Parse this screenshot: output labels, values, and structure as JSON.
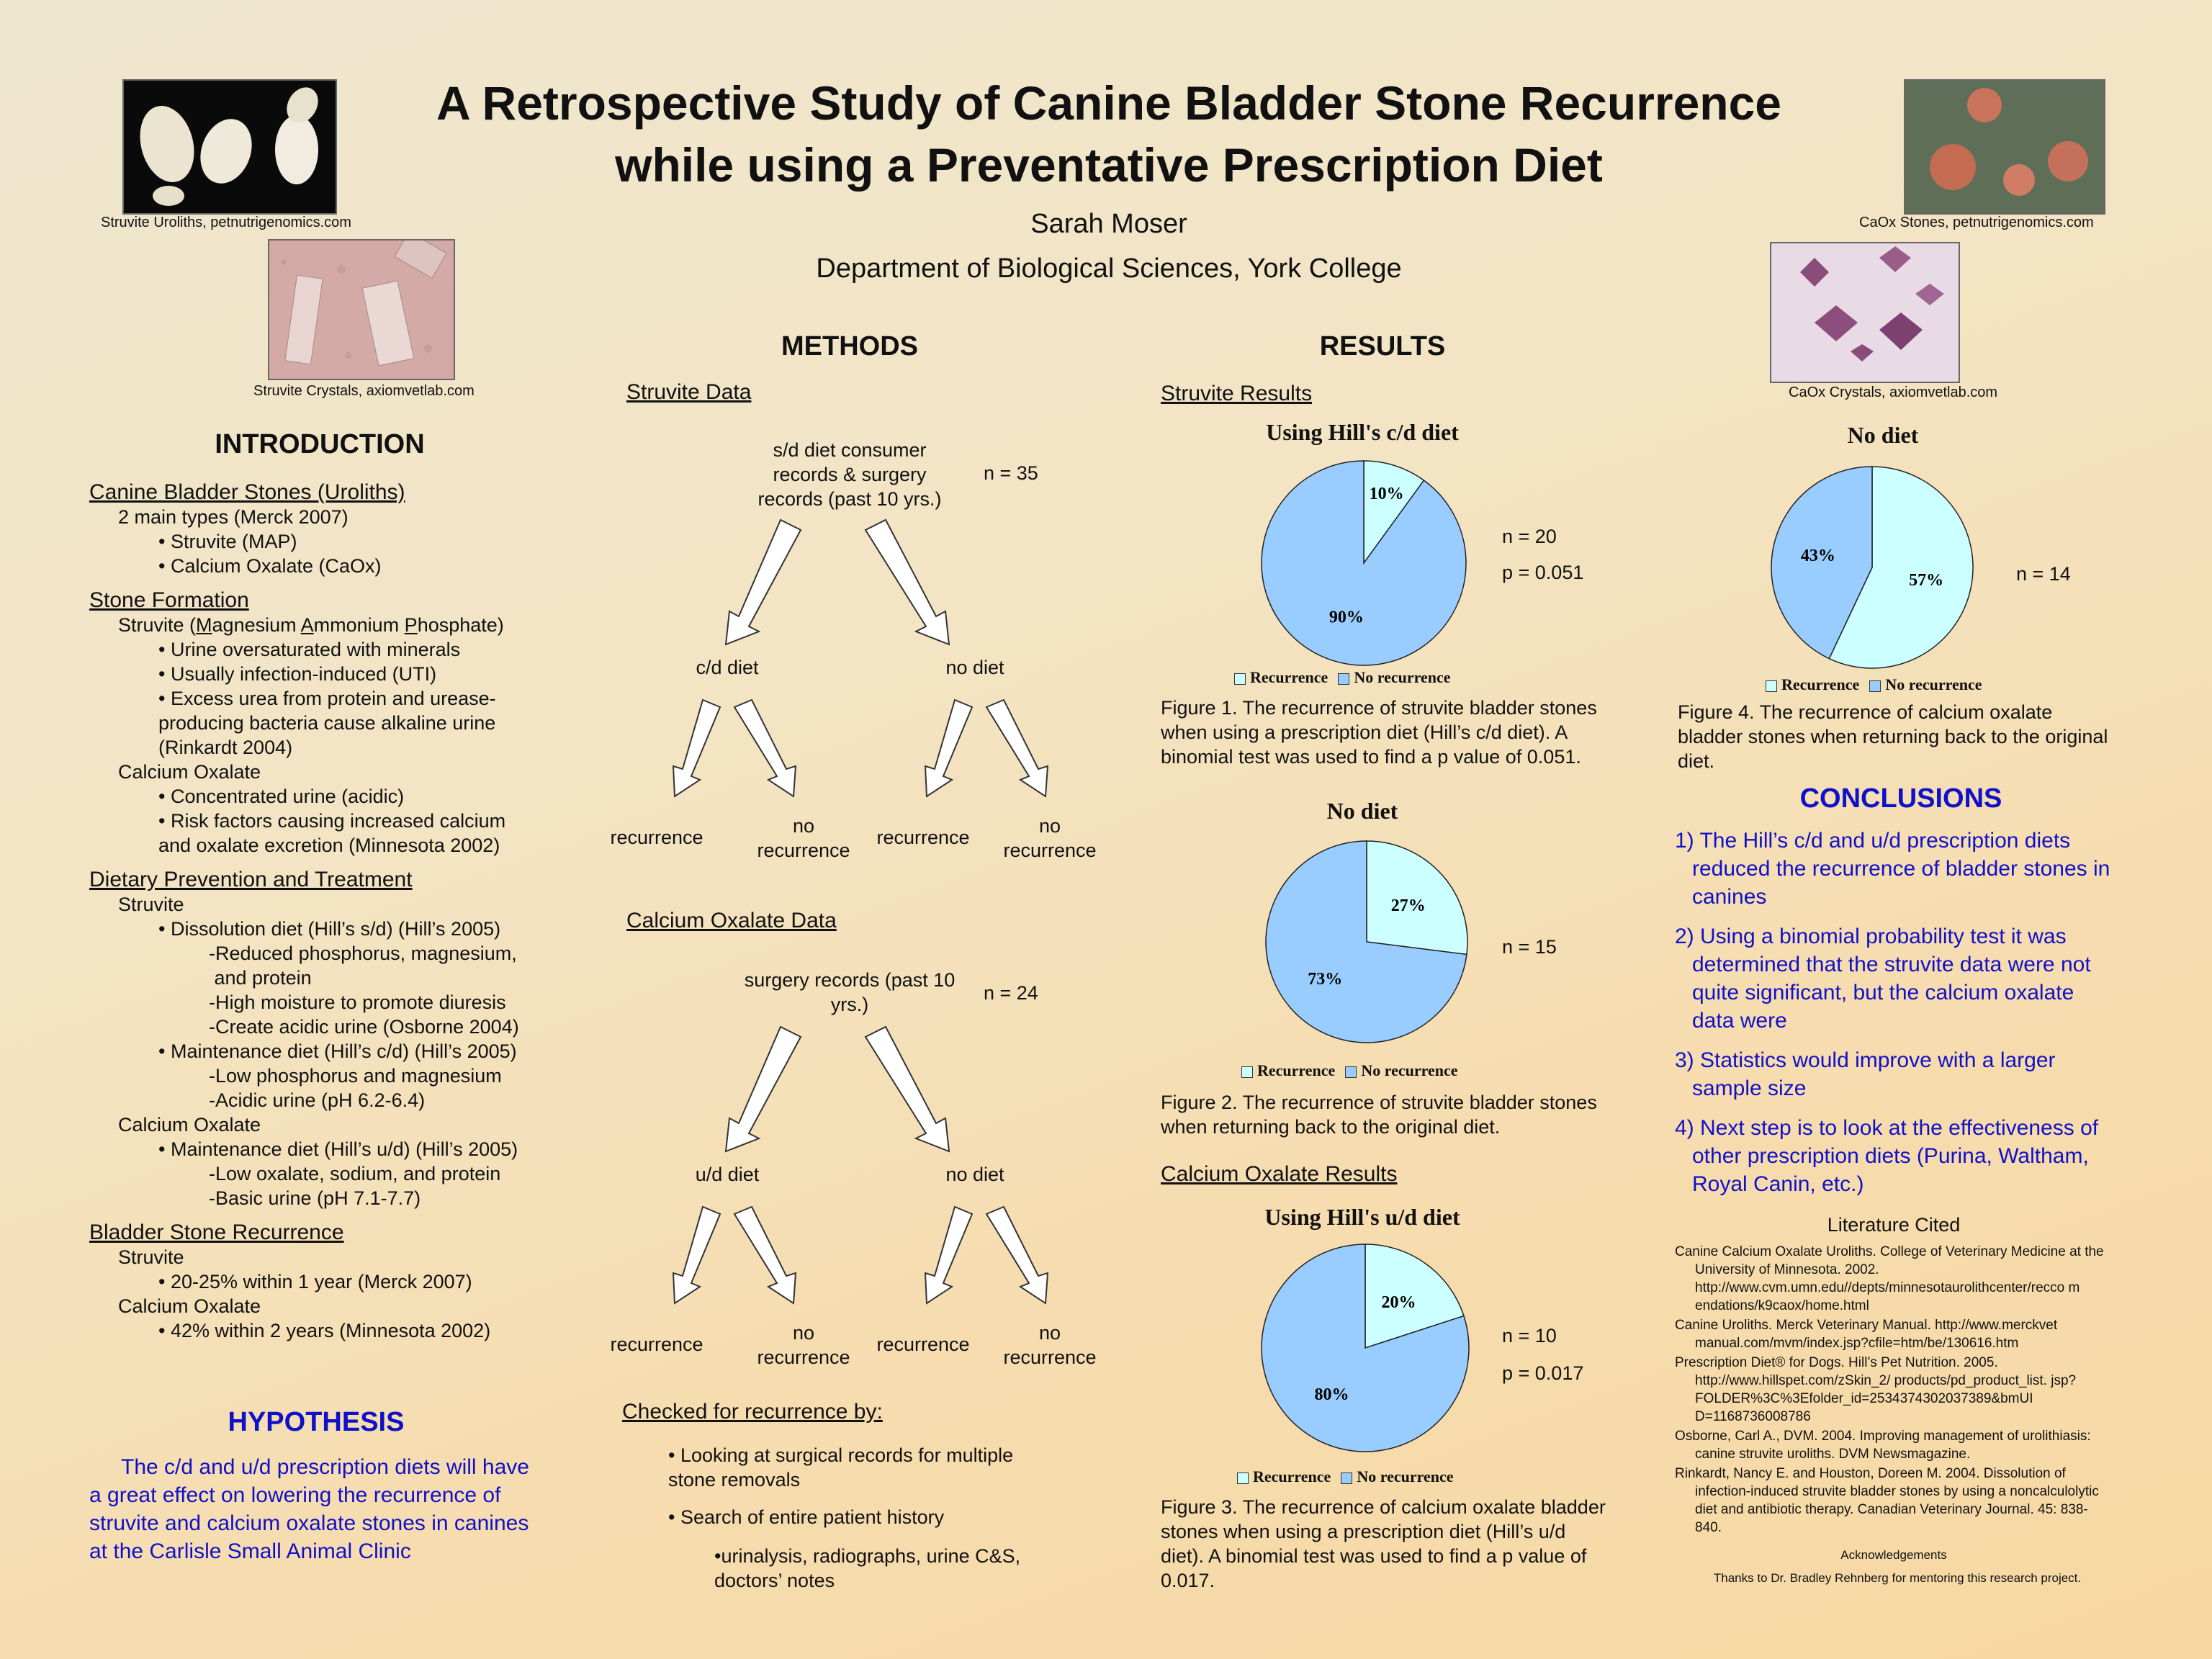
{
  "header": {
    "title_line1": "A Retrospective Study of Canine Bladder Stone Recurrence",
    "title_line2": "while using a Preventative Prescription Diet",
    "author": "Sarah Moser",
    "affiliation": "Department of Biological Sciences, York College"
  },
  "images": {
    "struvite_uroliths_cap": "Struvite Uroliths, petnutrigenomics.com",
    "struvite_crystals_cap": "Struvite Crystals, axiomvetlab.com",
    "caox_stones_cap": "CaOx Stones, petnutrigenomics.com",
    "caox_crystals_cap": "CaOx Crystals, axiomvetlab.com"
  },
  "intro": {
    "heading": "INTRODUCTION",
    "s1_title": "Canine Bladder Stones (Uroliths)",
    "s1": [
      "2 main types (Merck 2007)",
      "• Struvite (MAP)",
      "• Calcium Oxalate (CaOx)"
    ],
    "s2_title": "Stone Formation",
    "s2_struvite_a": "Struvite (",
    "s2_struvite_m": "M",
    "s2_struvite_b": "agnesium ",
    "s2_struvite_am": "A",
    "s2_struvite_c": "mmonium ",
    "s2_struvite_p": "P",
    "s2_struvite_d": "hosphate)",
    "s2": [
      "• Urine oversaturated with minerals",
      "• Usually infection-induced (UTI)",
      "• Excess urea from protein and urease-",
      "producing bacteria cause alkaline urine",
      "(Rinkardt 2004)",
      "Calcium Oxalate",
      "• Concentrated urine (acidic)",
      "• Risk factors causing increased calcium",
      "and oxalate excretion (Minnesota 2002)"
    ],
    "s3_title": "Dietary Prevention and Treatment",
    "s3": [
      "Struvite",
      "• Dissolution diet (Hill’s s/d) (Hill’s 2005)",
      "-Reduced phosphorus, magnesium,",
      " and protein",
      "-High moisture to promote diuresis",
      "-Create acidic urine (Osborne 2004)",
      "• Maintenance diet (Hill’s c/d) (Hill’s 2005)",
      "-Low phosphorus and magnesium",
      "-Acidic urine (pH 6.2-6.4)",
      "Calcium Oxalate",
      "• Maintenance diet (Hill’s u/d) (Hill’s 2005)",
      "-Low oxalate, sodium, and protein",
      "-Basic urine (pH 7.1-7.7)"
    ],
    "s4_title": "Bladder Stone Recurrence",
    "s4": [
      "Struvite",
      "• 20-25% within 1 year (Merck 2007)",
      "Calcium Oxalate",
      "• 42% within 2 years (Minnesota 2002)"
    ]
  },
  "hypothesis": {
    "heading": "HYPOTHESIS",
    "text": "The c/d and u/d prescription diets will have a great effect on lowering the recurrence of struvite and calcium oxalate stones in canines at the Carlisle Small Animal Clinic"
  },
  "methods": {
    "heading": "METHODS",
    "struvite_title": "Struvite Data",
    "struvite_root": "s/d diet consumer records & surgery records (past 10 yrs.)",
    "struvite_n": "n = 35",
    "struvite_left": "c/d diet",
    "struvite_right": "no diet",
    "caox_title": "Calcium Oxalate Data",
    "caox_root": "surgery records (past 10 yrs.)",
    "caox_n": "n = 24",
    "caox_left": "u/d diet",
    "caox_right": "no diet",
    "leaf_rec": "recurrence",
    "leaf_norec_1": "no",
    "leaf_norec_2": "recurrence",
    "checked_title": "Checked for recurrence by:",
    "checked_1": "• Looking at surgical records for multiple stone removals",
    "checked_2": "• Search of entire patient history",
    "checked_3": "•urinalysis, radiographs, urine C&S, doctors’ notes"
  },
  "results": {
    "heading": "RESULTS",
    "struvite_title": "Struvite Results",
    "caox_title": "Calcium Oxalate Results",
    "legend_rec": "Recurrence",
    "legend_norec": "No recurrence",
    "fig1_caption": "Figure 1.  The recurrence of struvite bladder stones when using a prescription diet (Hill’s c/d diet).  A binomial test was used to find a p value of 0.051.",
    "fig1_n": "n = 20",
    "fig1_p": "p = 0.051",
    "fig2_caption": "Figure 2.  The recurrence of struvite bladder stones when returning back to the original diet.",
    "fig2_n": "n = 15",
    "fig3_caption": "Figure 3.  The recurrence of calcium oxalate bladder stones when using a prescription diet (Hill’s u/d diet).  A binomial test was used to find a p value of 0.017.",
    "fig3_n": "n = 10",
    "fig3_p": "p = 0.017",
    "fig4_caption": "Figure 4.  The recurrence of calcium oxalate bladder stones when returning back to the original diet.",
    "fig4_n": "n = 14"
  },
  "chart_data": [
    {
      "type": "pie",
      "title": "Using Hill's c/d diet",
      "categories": [
        "Recurrence",
        "No recurrence"
      ],
      "values": [
        10,
        90
      ],
      "labels": [
        "10%",
        "90%"
      ],
      "colors": [
        "#ccffff",
        "#99ccff"
      ],
      "legend": "bottom"
    },
    {
      "type": "pie",
      "title": "No diet",
      "categories": [
        "Recurrence",
        "No recurrence"
      ],
      "values": [
        27,
        73
      ],
      "labels": [
        "27%",
        "73%"
      ],
      "colors": [
        "#ccffff",
        "#99ccff"
      ],
      "legend": "bottom"
    },
    {
      "type": "pie",
      "title": "Using Hill's u/d diet",
      "categories": [
        "Recurrence",
        "No recurrence"
      ],
      "values": [
        20,
        80
      ],
      "labels": [
        "20%",
        "80%"
      ],
      "colors": [
        "#ccffff",
        "#99ccff"
      ],
      "legend": "bottom"
    },
    {
      "type": "pie",
      "title": "No diet",
      "categories": [
        "Recurrence",
        "No recurrence"
      ],
      "values": [
        57,
        43
      ],
      "labels": [
        "57%",
        "43%"
      ],
      "colors": [
        "#ccffff",
        "#99ccff"
      ],
      "legend": "bottom"
    }
  ],
  "conclusions": {
    "heading": "CONCLUSIONS",
    "items": [
      "1)  The Hill’s c/d and u/d prescription diets reduced the recurrence of bladder stones in canines",
      "2)  Using a binomial probability test it was determined that the struvite data were not quite significant, but the calcium oxalate data were",
      "3)  Statistics would improve with a larger sample size",
      "4)  Next step is to look at the effectiveness of other prescription diets (Purina, Waltham, Royal Canin, etc.)"
    ]
  },
  "literature": {
    "heading": "Literature Cited",
    "refs": [
      "Canine Calcium Oxalate Uroliths.  College of Veterinary Medicine at the University of Minnesota.  2002.  http://www.cvm.umn.edu//depts/minnesotaurolithcenter/recco m endations/k9caox/home.html",
      "Canine Uroliths.  Merck Veterinary Manual.  http://www.merckvet manual.com/mvm/index.jsp?cfile=htm/be/130616.htm",
      "Prescription Diet® for Dogs.  Hill’s Pet Nutrition.  2005.  http://www.hillspet.com/zSkin_2/ products/pd_product_list. jsp?FOLDER%3C%3Efolder_id=2534374302037389&bmUI D=1168736008786",
      "Osborne, Carl A., DVM.  2004.  Improving management of urolithiasis: canine struvite uroliths.  DVM Newsmagazine.",
      "Rinkardt, Nancy E. and Houston, Doreen M.  2004.  Dissolution of infection-induced struvite bladder stones by using a noncalculolytic diet and antibiotic therapy.  Canadian Veterinary Journal.  45: 838-840."
    ],
    "ack_title": "Acknowledgements",
    "ack": "Thanks to Dr. Bradley Rehnberg for mentoring this research project."
  }
}
